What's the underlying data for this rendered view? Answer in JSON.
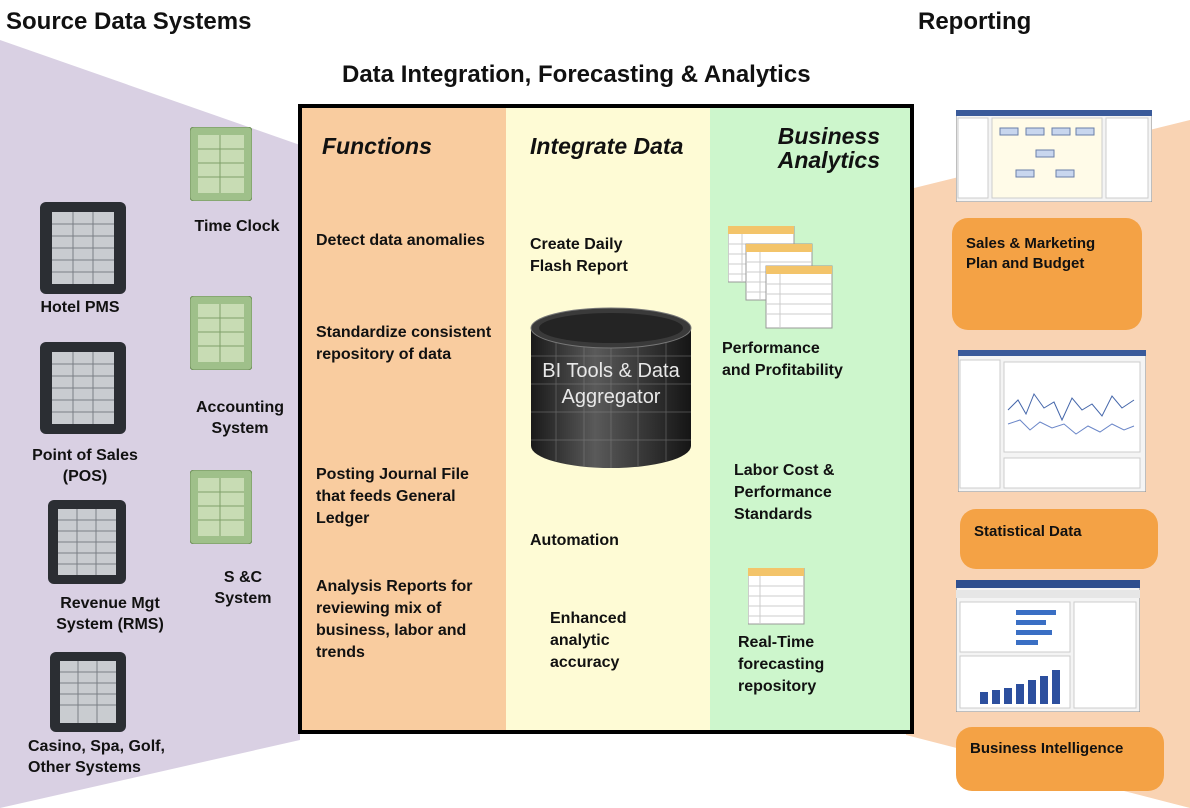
{
  "titles": {
    "source": "Source Data Systems",
    "reporting": "Reporting",
    "center": "Data Integration, Forecasting & Analytics"
  },
  "sources": [
    {
      "label": "Hotel PMS",
      "icon": "server-icon"
    },
    {
      "label": "Point of Sales (POS)",
      "icon": "server-icon"
    },
    {
      "label": "Revenue Mgt System (RMS)",
      "icon": "server-icon"
    },
    {
      "label": "Casino, Spa, Golf, Other Systems",
      "icon": "server-icon"
    },
    {
      "label": "Time Clock",
      "icon": "server-icon"
    },
    {
      "label": "Accounting System",
      "icon": "server-icon"
    },
    {
      "label": "S &C System",
      "icon": "server-icon"
    }
  ],
  "columns": {
    "functions": {
      "header": "Functions",
      "items": [
        "Detect data anomalies",
        "Standardize consistent repository of data",
        "Posting Journal File that feeds General Ledger",
        "Analysis Reports for reviewing mix of business, labor and trends"
      ]
    },
    "integrate": {
      "header": "Integrate Data",
      "items": [
        "Create Daily Flash Report",
        "Automation",
        "Enhanced analytic accuracy"
      ],
      "cylinder_label": "BI Tools & Data Aggregator"
    },
    "analytics": {
      "header": "Business Analytics",
      "items": [
        "Performance and Profitability",
        "Labor Cost & Performance Standards",
        "Real-Time forecasting repository"
      ]
    }
  },
  "reporting": [
    {
      "label": "Sales & Marketing Plan and Budget"
    },
    {
      "label": "Statistical Data"
    },
    {
      "label": "Business Intelligence"
    }
  ],
  "colors": {
    "source_band": "#d9d0e3",
    "report_band": "#f9d3b3",
    "functions_bg": "#f9cc9f",
    "integrate_bg": "#fefbd5",
    "analytics_bg": "#cdf6cc",
    "report_box": "#f4a245",
    "server_green": "#9fc08a"
  }
}
